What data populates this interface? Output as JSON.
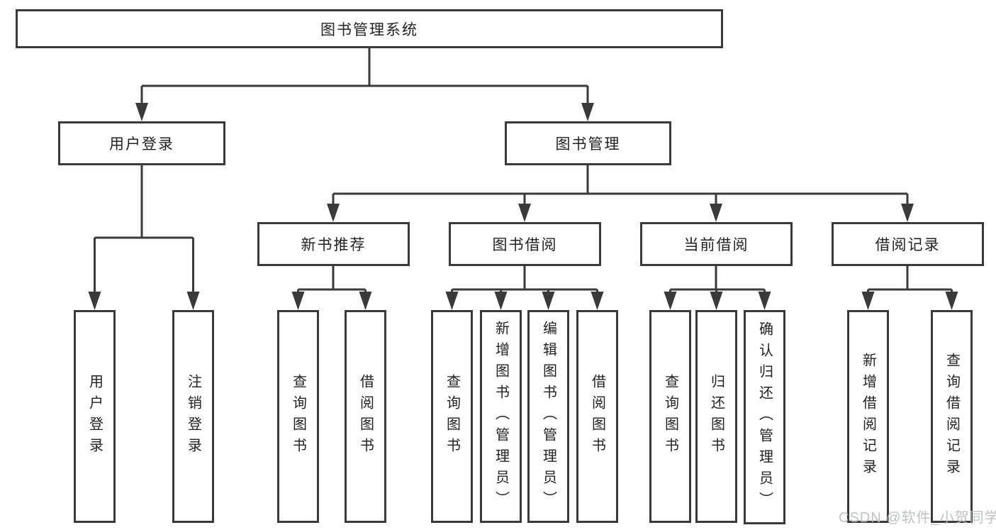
{
  "diagram": {
    "root": {
      "label": "图书管理系统"
    },
    "level2": [
      {
        "label": "用户登录"
      },
      {
        "label": "图书管理"
      }
    ],
    "level3": [
      {
        "label": "新书推荐"
      },
      {
        "label": "图书借阅"
      },
      {
        "label": "当前借阅"
      },
      {
        "label": "借阅记录"
      }
    ],
    "leaves": [
      {
        "label": "用户登录"
      },
      {
        "label": "注销登录"
      },
      {
        "label": "查询图书"
      },
      {
        "label": "借阅图书"
      },
      {
        "label": "查询图书"
      },
      {
        "label": "新增图书（管理员）"
      },
      {
        "label": "编辑图书（管理员）"
      },
      {
        "label": "借阅图书"
      },
      {
        "label": "查询图书"
      },
      {
        "label": "归还图书"
      },
      {
        "label": "确认归还（管理员）"
      },
      {
        "label": "新增借阅记录"
      },
      {
        "label": "查询借阅记录"
      }
    ],
    "watermark": "CSDN @软件_小贺同学",
    "colors": {
      "line": "#3a3a3a",
      "background": "#ffffff",
      "text": "#222222",
      "watermark": "#b9bcbf"
    }
  }
}
